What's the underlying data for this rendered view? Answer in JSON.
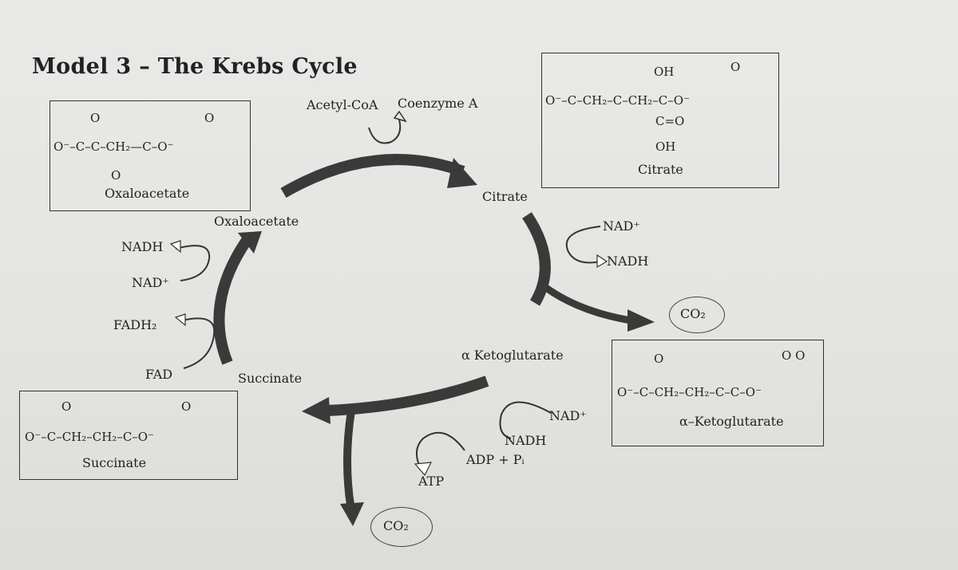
{
  "title": "Model 3 – The Krebs Cycle",
  "acetyl": {
    "acetyl_coa": "Acetyl-CoA",
    "coenzyme_a": "Coenzyme A"
  },
  "cycle_labels": {
    "oxaloacetate": "Oxaloacetate",
    "citrate": "Citrate",
    "alpha_ketoglutarate": "α Ketoglutarate",
    "succinate": "Succinate"
  },
  "left_side": {
    "nadh": "NADH",
    "nad_plus": "NAD⁺",
    "fadh2": "FADH₂",
    "fad": "FAD"
  },
  "right_side": {
    "nad_plus": "NAD⁺",
    "nadh": "NADH",
    "co2": "CO₂"
  },
  "bottom": {
    "nad_plus": "NAD⁺",
    "nadh": "NADH",
    "adp_pi": "ADP + Pᵢ",
    "atp": "ATP",
    "co2": "CO₂"
  },
  "structures": {
    "oxaloacetate": {
      "name": "Oxaloacetate",
      "chain": "O⁻–C–C–CH₂—C–O⁻",
      "top_o_left": "O",
      "top_o_right": "O",
      "bottom_o": "O"
    },
    "citrate": {
      "name": "Citrate",
      "top_oh": "OH",
      "top_o": "O",
      "chain": "O⁻–C–CH₂–C–CH₂–C–O⁻",
      "carbonyl": "C=O",
      "bottom_oh": "OH"
    },
    "alpha_ketoglutarate": {
      "name": "α–Ketoglutarate",
      "chain": "O⁻–C–CH₂–CH₂–C–C–O⁻",
      "top_o": "O",
      "top_oo": "O O"
    },
    "succinate": {
      "name": "Succinate",
      "chain": "O⁻–C–CH₂–CH₂–C–O⁻",
      "top_o_left": "O",
      "top_o_right": "O"
    }
  }
}
